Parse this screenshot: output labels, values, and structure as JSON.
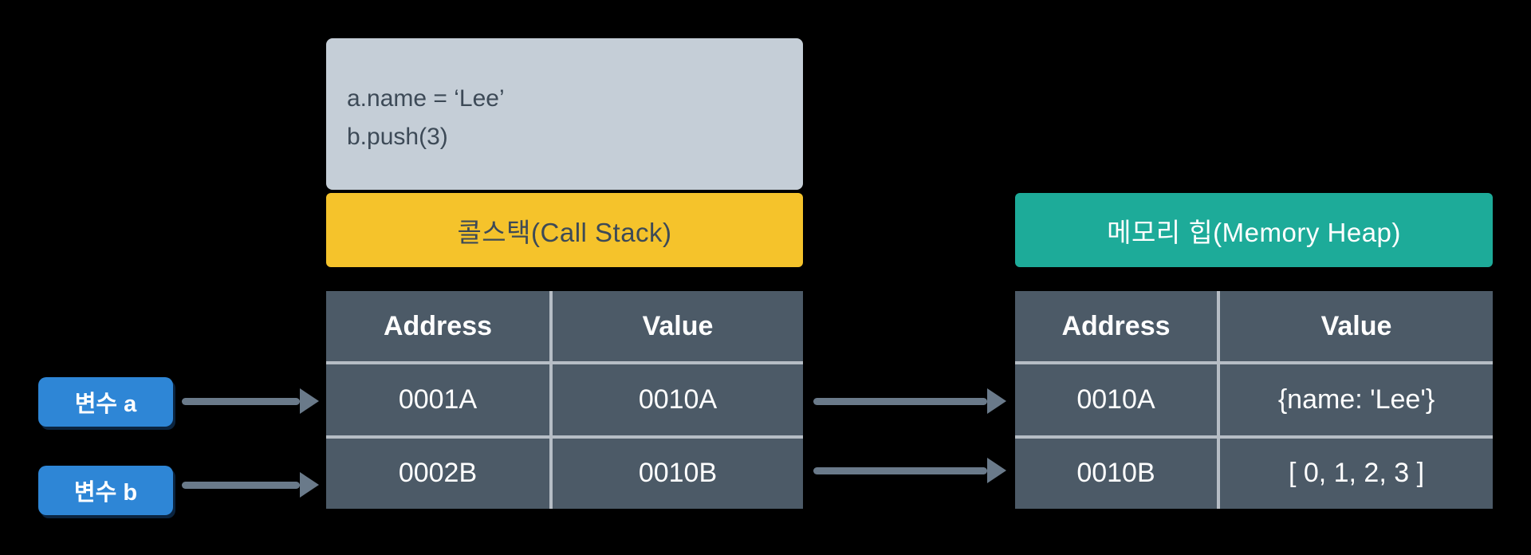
{
  "colors": {
    "background": "#000000",
    "code_box_bg": "#c5ced7",
    "call_stack_header_bg": "#f5c32b",
    "memory_heap_header_bg": "#1dab99",
    "table_cell_bg": "#4c5a67",
    "table_grid_line": "#b6bdc5",
    "variable_label_bg": "#2e86d6",
    "arrow": "#6a7a8a",
    "dark_text": "#3d4a57"
  },
  "code_box": {
    "lines": [
      "a.name = ‘Lee’",
      "b.push(3)"
    ]
  },
  "call_stack": {
    "title": "콜스택(Call Stack)",
    "table": {
      "headers": [
        "Address",
        "Value"
      ],
      "rows": [
        [
          "0001A",
          "0010A"
        ],
        [
          "0002B",
          "0010B"
        ]
      ]
    }
  },
  "memory_heap": {
    "title": "메모리 힙(Memory Heap)",
    "table": {
      "headers": [
        "Address",
        "Value"
      ],
      "rows": [
        [
          "0010A",
          "{name: 'Lee'}"
        ],
        [
          "0010B",
          "[ 0, 1, 2, 3 ]"
        ]
      ]
    }
  },
  "variables": [
    {
      "label": "변수 a"
    },
    {
      "label": "변수 b"
    }
  ]
}
